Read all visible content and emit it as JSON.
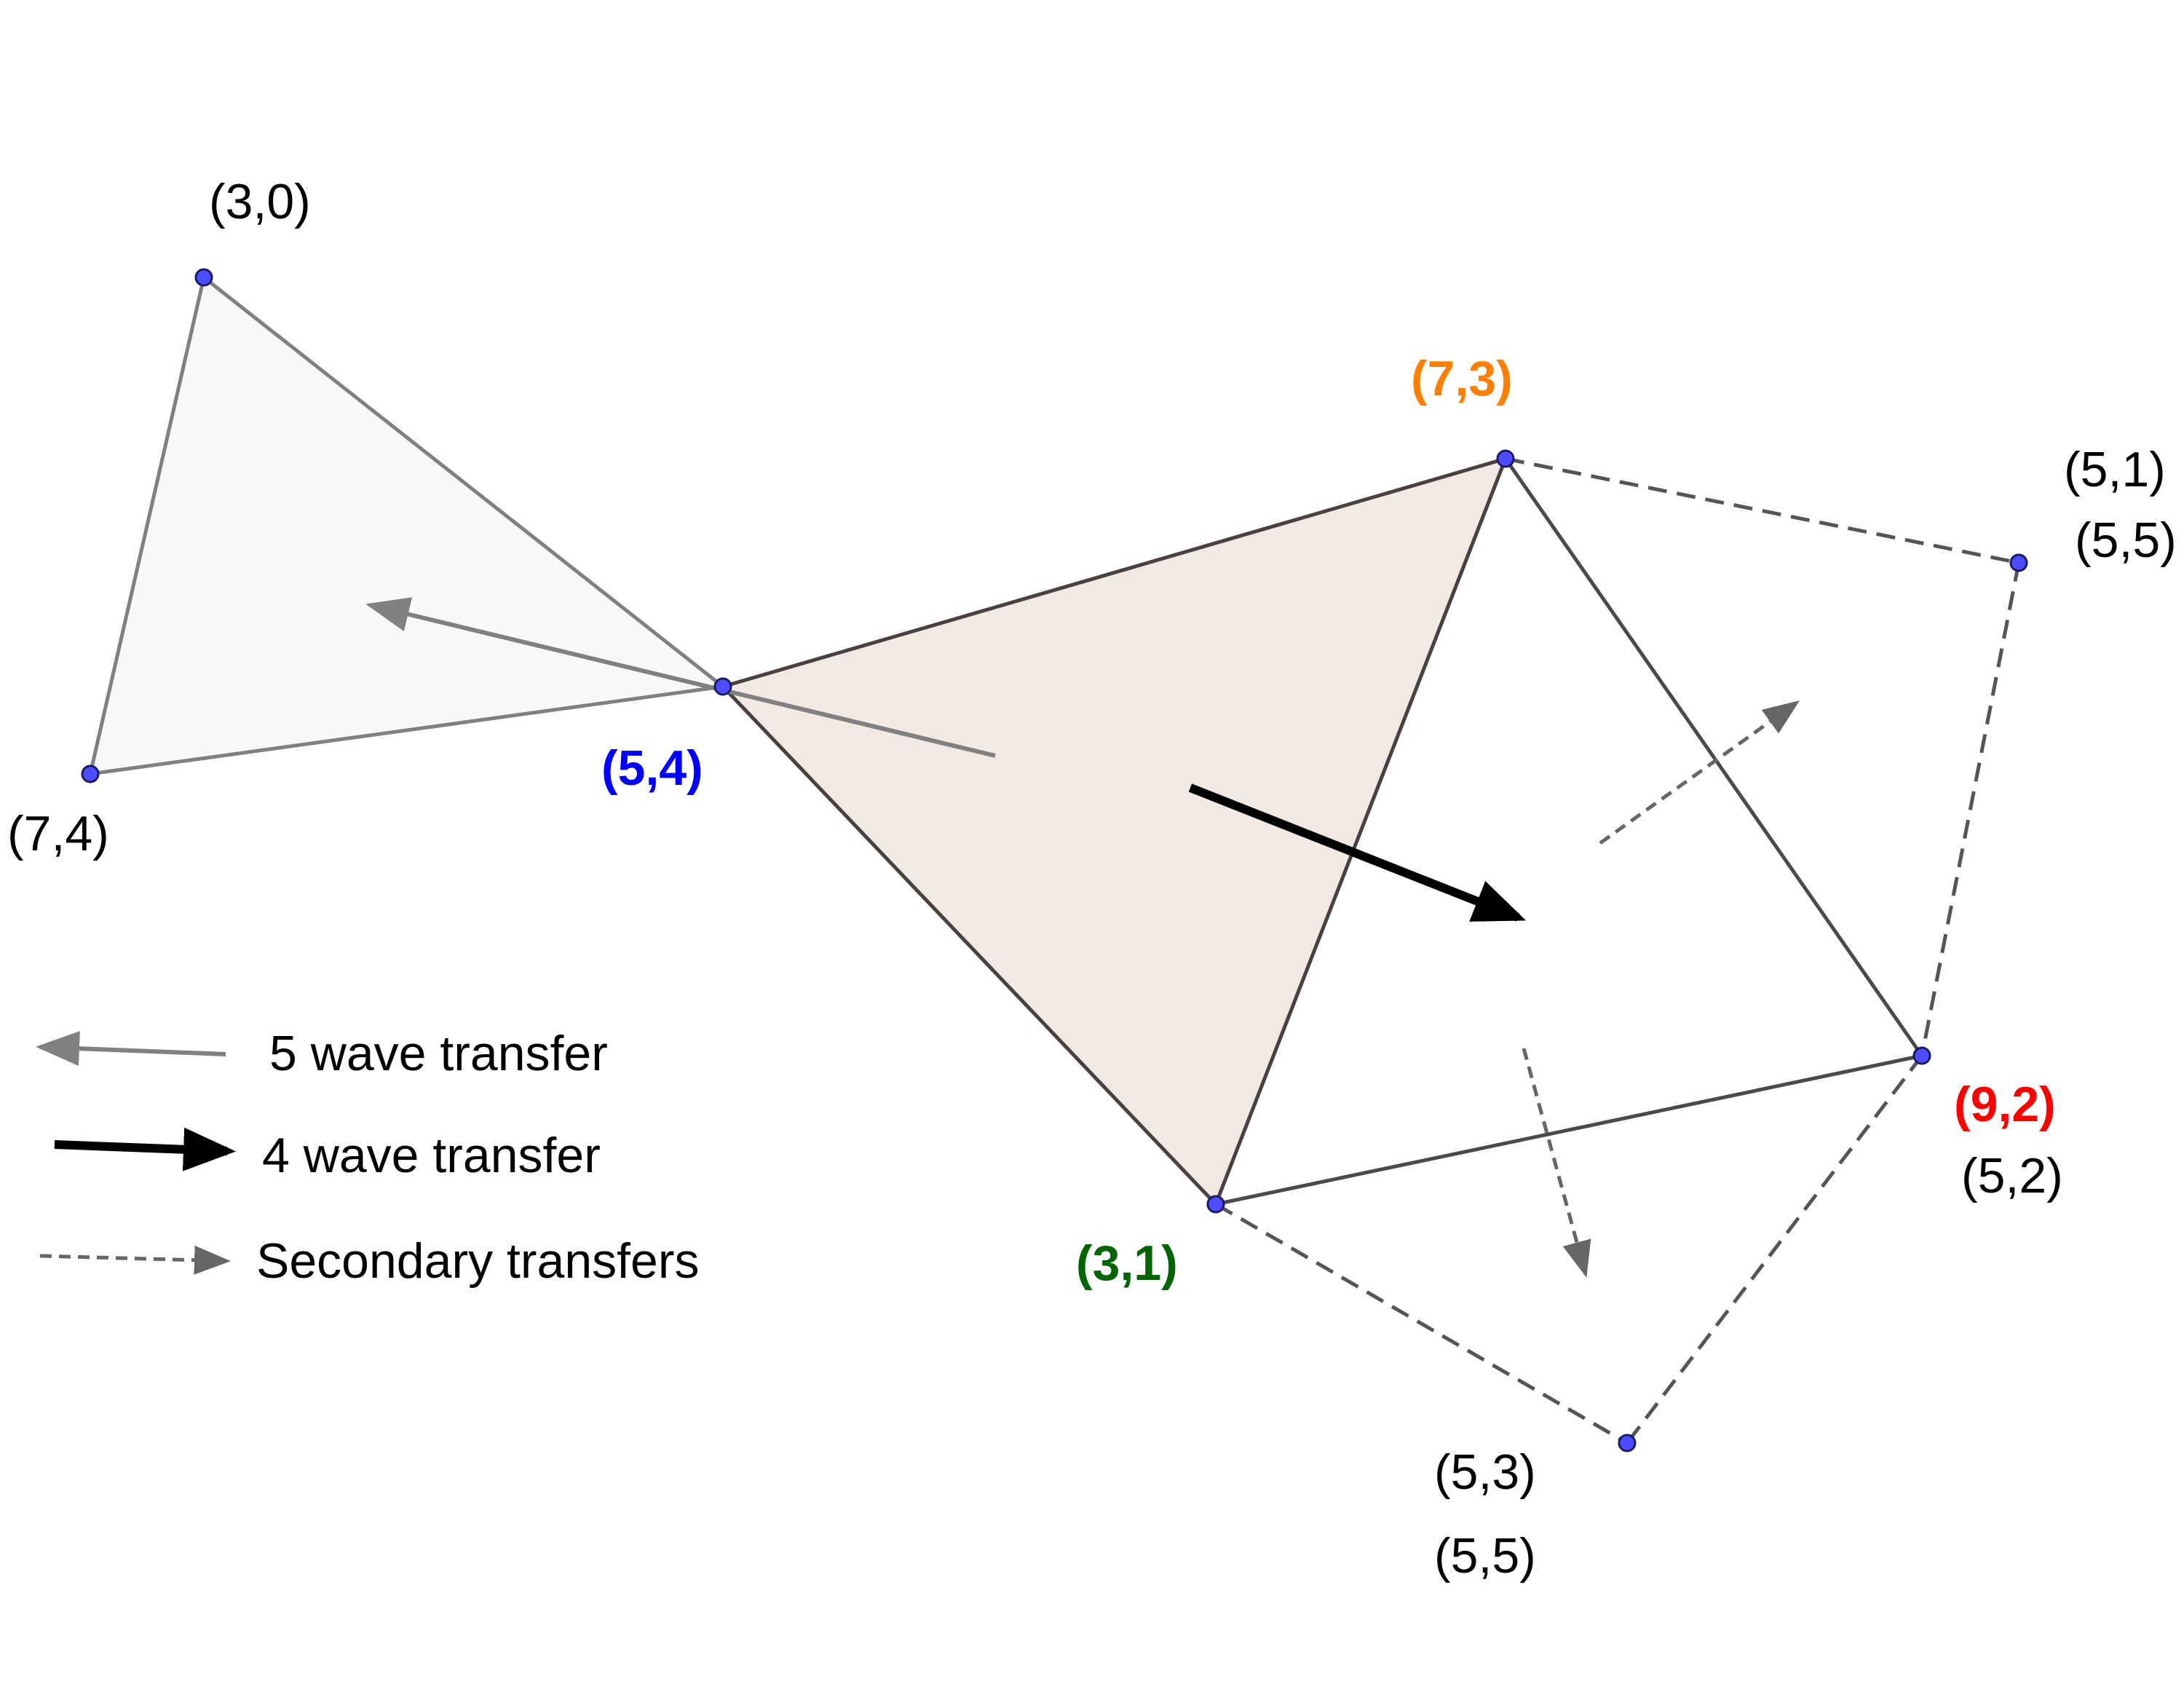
{
  "labels": {
    "p30": "(3,0)",
    "p74": "(7,4)",
    "p54": "(5,4)",
    "p73": "(7,3)",
    "p51": "(5,1)",
    "p55_top": "(5,5)",
    "p92": "(9,2)",
    "p52": "(5,2)",
    "p31": "(3,1)",
    "p53": "(5,3)",
    "p55_bottom": "(5,5)"
  },
  "legend": {
    "five_wave": "5 wave transfer",
    "four_wave": "4 wave transfer",
    "secondary": "Secondary transfers"
  },
  "colors": {
    "blue": "#0000ff",
    "orange": "#ff8000",
    "red": "#ff0000",
    "green": "#006400",
    "point_fill": "#4d4dff",
    "left_triangle_fill": "#f8f8f8",
    "center_triangle_fill": "#f2e9e4"
  }
}
